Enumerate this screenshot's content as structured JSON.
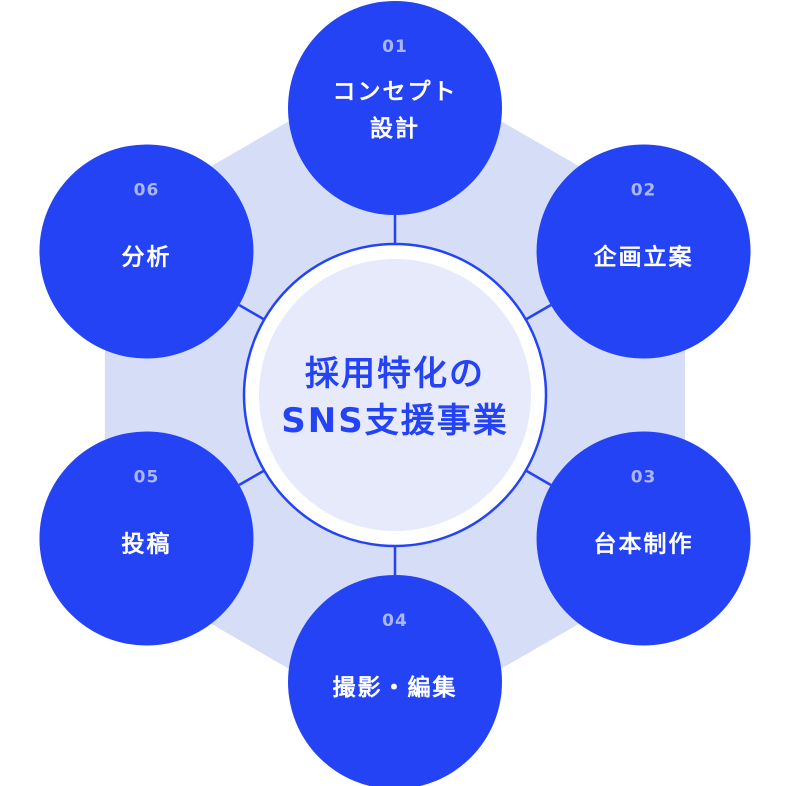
{
  "center": {
    "line1": "採用特化の",
    "line2": "SNS支援事業"
  },
  "steps": [
    {
      "number": "01",
      "lines": [
        "コンセプト",
        "設計"
      ]
    },
    {
      "number": "02",
      "lines": [
        "企画立案"
      ]
    },
    {
      "number": "03",
      "lines": [
        "台本制作"
      ]
    },
    {
      "number": "04",
      "lines": [
        "撮影・編集"
      ]
    },
    {
      "number": "05",
      "lines": [
        "投稿"
      ]
    },
    {
      "number": "06",
      "lines": [
        "分析"
      ]
    }
  ],
  "colors": {
    "accent": "#2443f5",
    "hexagon": "#d5ddf7",
    "center_fill": "#e6eafb",
    "number": "#a9b6fb"
  }
}
